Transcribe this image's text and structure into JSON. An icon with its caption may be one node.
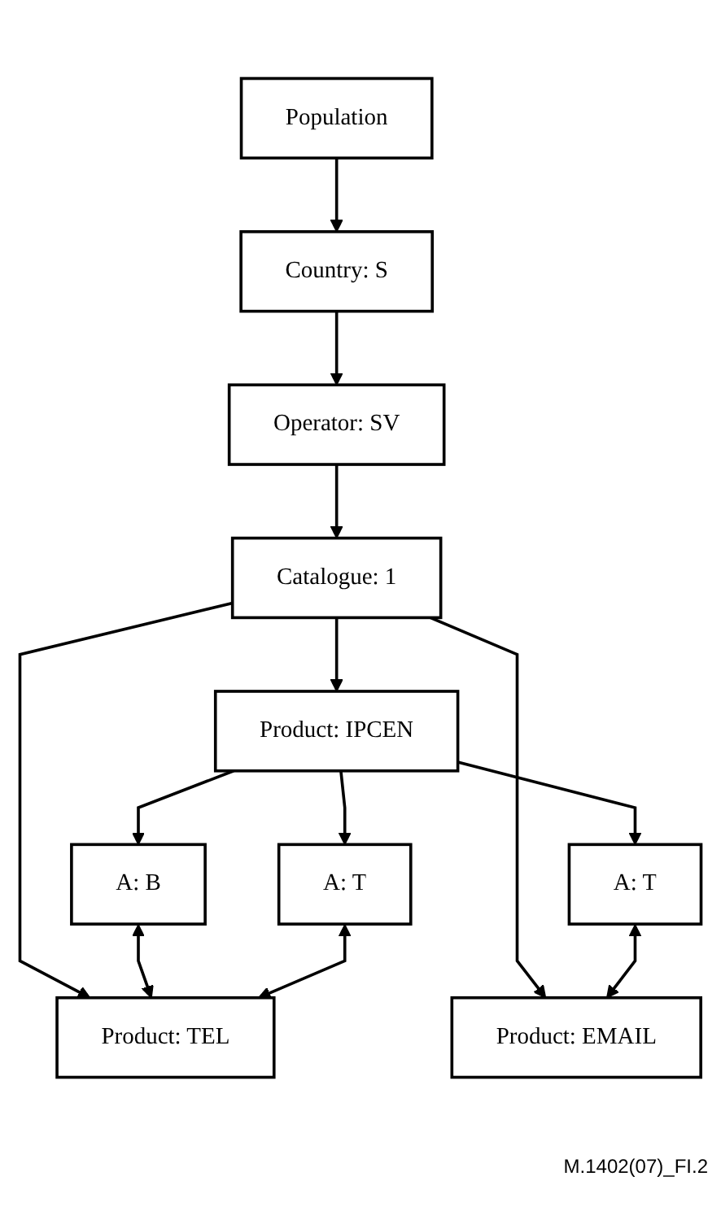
{
  "diagram": {
    "nodes": [
      {
        "text": [
          "Population"
        ]
      },
      {
        "text": [
          "Country: S"
        ]
      },
      {
        "text": [
          "Operator: SV"
        ]
      },
      {
        "text": [
          "Catalogue: 1"
        ]
      },
      {
        "text": [
          "A: B"
        ]
      },
      {
        "text": [
          "Product: IPCEN"
        ]
      },
      {
        "text": [
          "A: T"
        ]
      },
      {
        "text": [
          "Product: TEL"
        ]
      },
      {
        "text": [
          "A: T"
        ]
      },
      {
        "text": [
          "Product: EMAIL"
        ]
      }
    ],
    "edges": [
      {
        "from": 0,
        "to": 1,
        "arrow": "to"
      },
      {
        "from": 1,
        "to": 2,
        "arrow": "to"
      },
      {
        "from": 2,
        "to": 3,
        "arrow": "to"
      },
      {
        "from": 3,
        "to": 5,
        "arrow": "to"
      },
      {
        "from": 3,
        "to": 7,
        "arrow": "to"
      },
      {
        "from": 3,
        "to": 9,
        "arrow": "to"
      },
      {
        "from": 5,
        "to": 4,
        "arrow": "to"
      },
      {
        "from": 5,
        "to": 6,
        "arrow": "to"
      },
      {
        "from": 5,
        "to": 8,
        "arrow": "to"
      },
      {
        "from": 4,
        "to": 7,
        "arrow": "both"
      },
      {
        "from": 6,
        "to": 7,
        "arrow": "both"
      },
      {
        "from": 8,
        "to": 9,
        "arrow": "both"
      }
    ],
    "labels": [
      "M.1402(07)_FI.2"
    ]
  }
}
